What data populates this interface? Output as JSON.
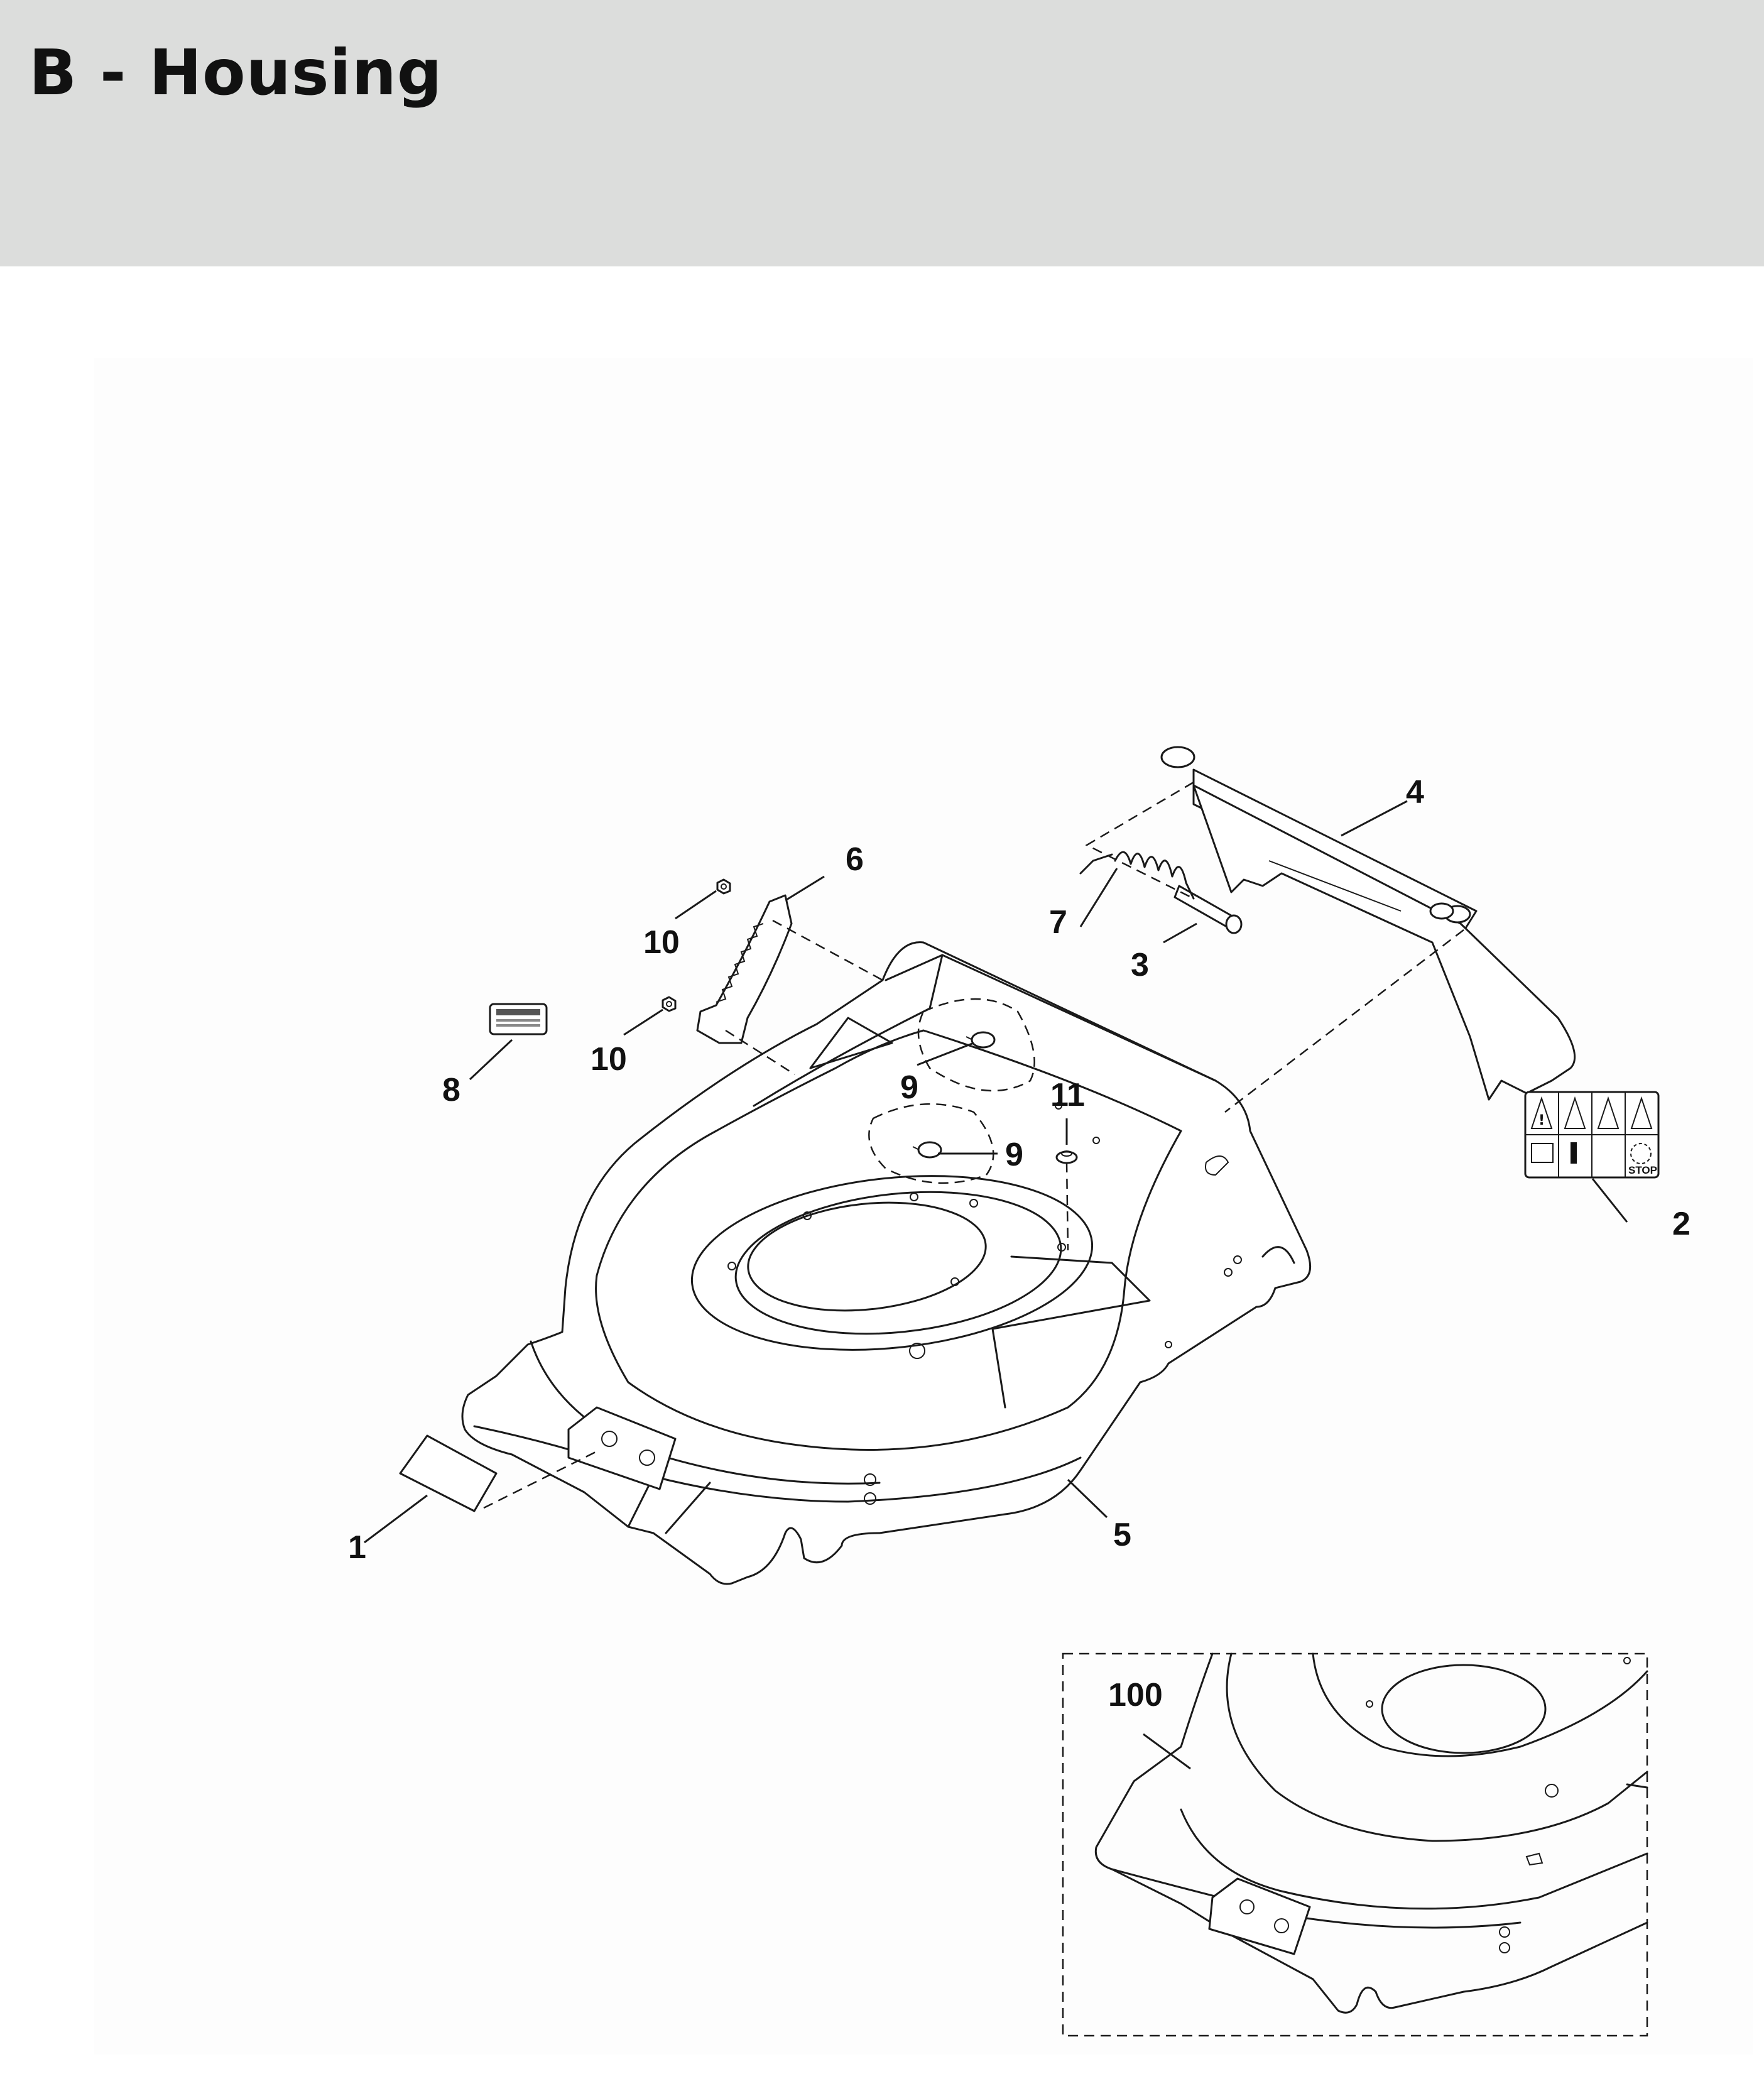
{
  "header": {
    "title": "B - Housing"
  },
  "callouts": {
    "c1": "1",
    "c2": "2",
    "c3": "3",
    "c4": "4",
    "c5": "5",
    "c6": "6",
    "c7": "7",
    "c8": "8",
    "c9a": "9",
    "c9b": "9",
    "c10a": "10",
    "c10b": "10",
    "c11": "11",
    "c100": "100"
  },
  "warning_label": {
    "stop_text": "STOP"
  }
}
